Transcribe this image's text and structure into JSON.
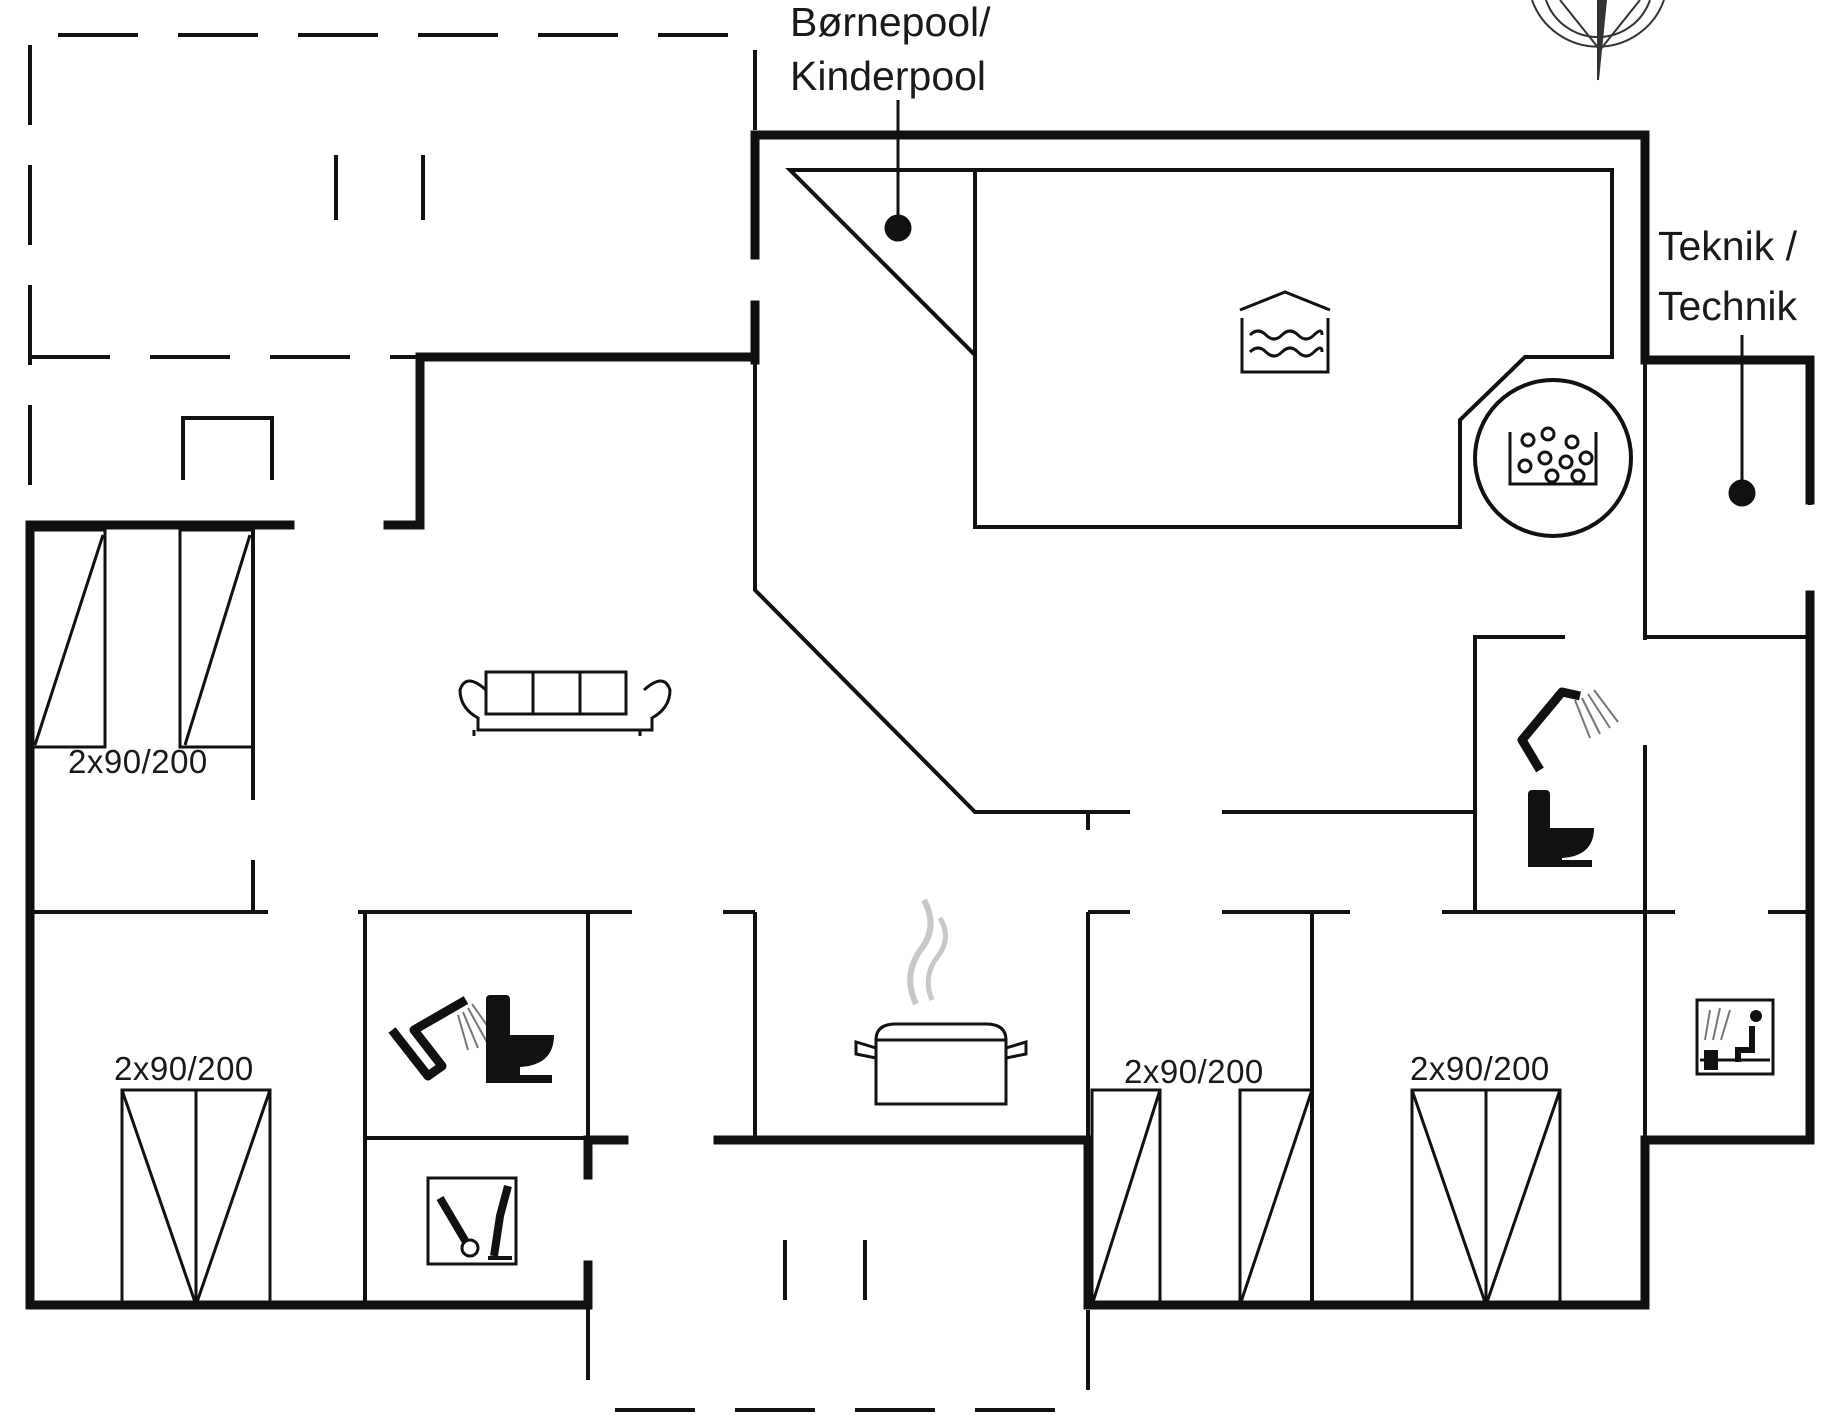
{
  "labels": {
    "kids_pool_line1": "Børnepool/",
    "kids_pool_line2": "Kinderpool",
    "technik_line1": "Teknik /",
    "technik_line2": "Technik",
    "bed_1": "2x90/200",
    "bed_2": "2x90/200",
    "bed_3": "2x90/200",
    "bed_4": "2x90/200"
  },
  "icons": [
    "pool-icon",
    "whirlpool-icon",
    "sofa-icon",
    "cooking-pot-icon",
    "shower-icon",
    "toilet-icon",
    "washing-machine-icon",
    "sauna-icon",
    "compass-icon"
  ],
  "colors": {
    "wall": "#111111",
    "line": "#1a1a1a",
    "steam": "#c8c8c8",
    "background": "#ffffff"
  }
}
